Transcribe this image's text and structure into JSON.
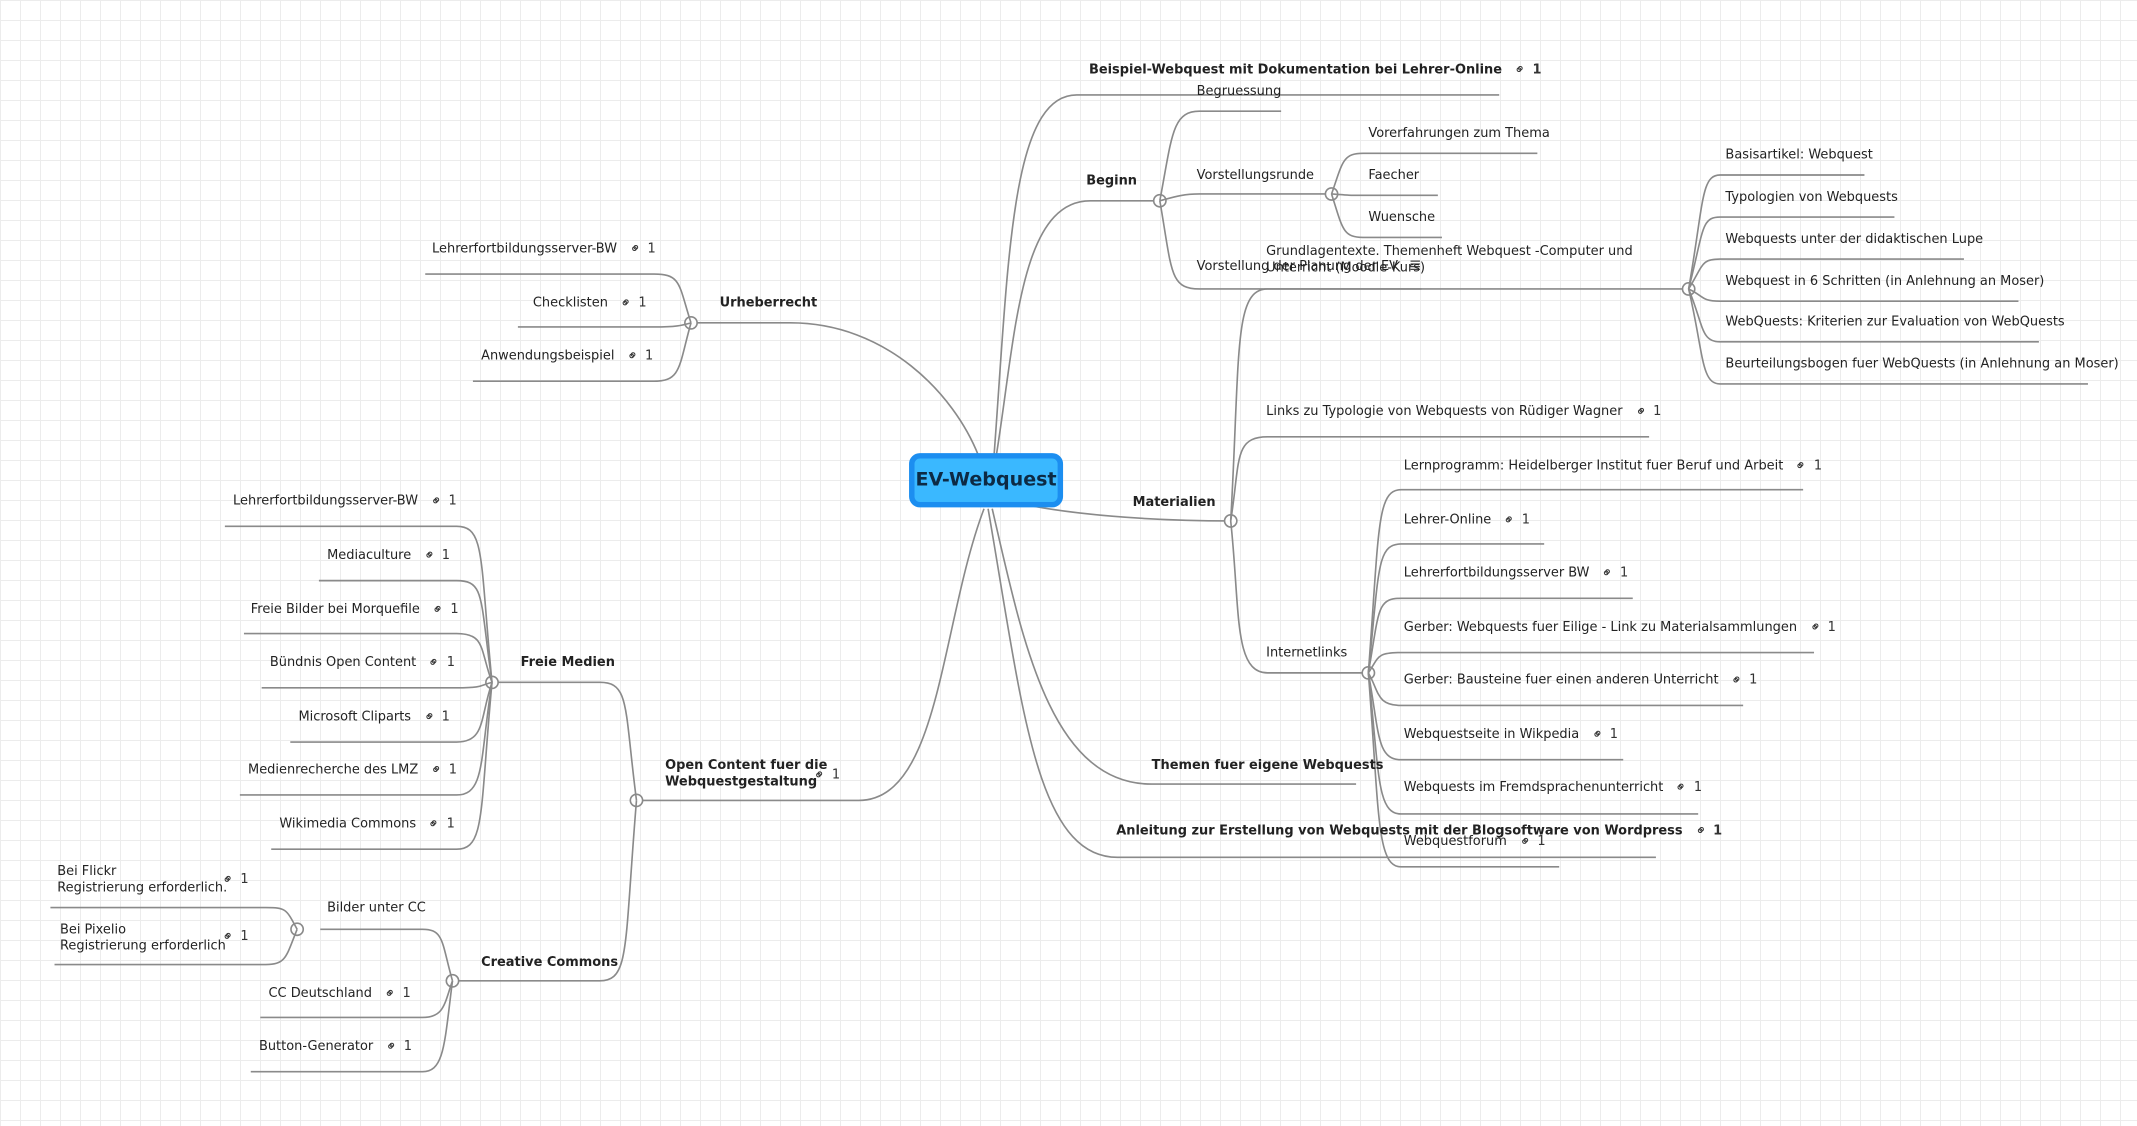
{
  "root": "EV-Webquest",
  "link_icon": "link-icon",
  "notes_icon": "notes-icon",
  "topics": [
    {
      "id": "t1",
      "label": "Beispiel-Webquest mit Dokumentation bei Lehrer-Online",
      "count": "1"
    },
    {
      "id": "t2",
      "label": "Beginn"
    },
    {
      "id": "t2a",
      "label": "Begruessung"
    },
    {
      "id": "t2b",
      "label": "Vorstellungsrunde"
    },
    {
      "id": "t2b1",
      "label": "Vorerfahrungen zum Thema"
    },
    {
      "id": "t2b2",
      "label": "Faecher"
    },
    {
      "id": "t2b3",
      "label": "Wuensche"
    },
    {
      "id": "t2c",
      "label": "Vorstellung der Planung der EV"
    },
    {
      "id": "t3",
      "label": "Materialien"
    },
    {
      "id": "t3a",
      "label": "Grundlagentexte. Themenheft Webquest -Computer und Unterricht (Moodle-Kurs)"
    },
    {
      "id": "t3a1",
      "label": "Basisartikel: Webquest"
    },
    {
      "id": "t3a2",
      "label": "Typologien von Webquests"
    },
    {
      "id": "t3a3",
      "label": "Webquests unter der didaktischen Lupe"
    },
    {
      "id": "t3a4",
      "label": "Webquest in 6 Schritten (in Anlehnung an Moser)"
    },
    {
      "id": "t3a5",
      "label": "WebQuests: Kriterien zur Evaluation von WebQuests"
    },
    {
      "id": "t3a6",
      "label": "Beurteilungsbogen fuer WebQuests (in Anlehnung an Moser)"
    },
    {
      "id": "t3b",
      "label": "Links zu Typologie von Webquests von Rüdiger Wagner",
      "count": "1"
    },
    {
      "id": "t3c",
      "label": "Internetlinks"
    },
    {
      "id": "t3c1",
      "label": "Lernprogramm: Heidelberger Institut fuer Beruf und Arbeit",
      "count": "1"
    },
    {
      "id": "t3c2",
      "label": "Lehrer-Online",
      "count": "1"
    },
    {
      "id": "t3c3",
      "label": "Lehrerfortbildungsserver BW",
      "count": "1"
    },
    {
      "id": "t3c4",
      "label": "Gerber: Webquests fuer Eilige - Link zu Materialsammlungen",
      "count": "1"
    },
    {
      "id": "t3c5",
      "label": "Gerber: Bausteine fuer einen anderen Unterricht",
      "count": "1"
    },
    {
      "id": "t3c6",
      "label": "Webquestseite in Wikpedia",
      "count": "1"
    },
    {
      "id": "t3c7",
      "label": "Webquests im Fremdsprachenunterricht",
      "count": "1"
    },
    {
      "id": "t3c8",
      "label": "Webquestforum",
      "count": "1"
    },
    {
      "id": "t4",
      "label": "Themen fuer eigene Webquests"
    },
    {
      "id": "t5",
      "label": "Anleitung zur Erstellung von Webquests mit der Blogsoftware von Wordpress",
      "count": "1"
    },
    {
      "id": "t6",
      "label": "Urheberrecht"
    },
    {
      "id": "t6a",
      "label": "Lehrerfortbildungsserver-BW",
      "count": "1"
    },
    {
      "id": "t6b",
      "label": "Checklisten",
      "count": "1"
    },
    {
      "id": "t6c",
      "label": "Anwendungsbeispiel",
      "count": "1"
    },
    {
      "id": "t7",
      "label": "Open Content fuer die\nWebquestgestaltung",
      "count": "1"
    },
    {
      "id": "t7a",
      "label": "Freie Medien"
    },
    {
      "id": "t7a1",
      "label": "Lehrerfortbildungsserver-BW",
      "count": "1"
    },
    {
      "id": "t7a2",
      "label": "Mediaculture",
      "count": "1"
    },
    {
      "id": "t7a3",
      "label": "Freie Bilder bei Morquefile",
      "count": "1"
    },
    {
      "id": "t7a4",
      "label": "Bündnis Open Content",
      "count": "1"
    },
    {
      "id": "t7a5",
      "label": "Microsoft Cliparts",
      "count": "1"
    },
    {
      "id": "t7a6",
      "label": "Medienrecherche des LMZ",
      "count": "1"
    },
    {
      "id": "t7a7",
      "label": "Wikimedia Commons",
      "count": "1"
    },
    {
      "id": "t7b",
      "label": "Creative Commons"
    },
    {
      "id": "t7b1",
      "label": "Bilder unter CC"
    },
    {
      "id": "t7b1a",
      "label": "Bei Flickr\nRegistrierung erforderlich.",
      "count": "1"
    },
    {
      "id": "t7b1b",
      "label": "Bei Pixelio\nRegistrierung erforderlich",
      "count": "1"
    },
    {
      "id": "t7b2",
      "label": "CC Deutschland",
      "count": "1"
    },
    {
      "id": "t7b3",
      "label": "Button-Generator",
      "count": "1"
    }
  ]
}
